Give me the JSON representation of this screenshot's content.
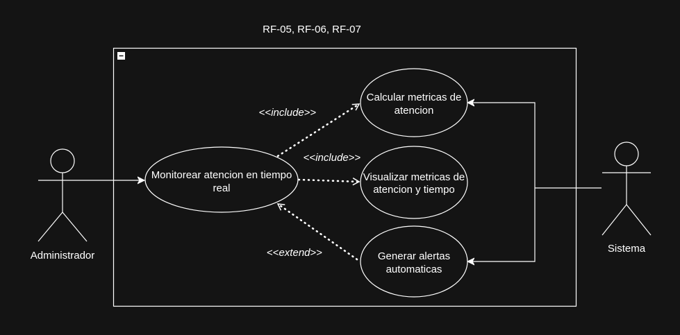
{
  "colors": {
    "background": "#141414",
    "stroke": "#ffffff",
    "text": "#ffffff"
  },
  "system_boundary": {
    "title": "RF-05, RF-06, RF-07",
    "collapse_icon": "minus-box-icon"
  },
  "actors": {
    "admin": {
      "name": "Administrador"
    },
    "system": {
      "name": "Sistema"
    }
  },
  "use_cases": {
    "monitor": {
      "line1": "Monitorear atencion en tiempo",
      "line2": "real"
    },
    "calc": {
      "line1": "Calcular metricas de",
      "line2": "atencion"
    },
    "visual": {
      "line1": "Visualizar metricas de",
      "line2": "atencion y tiempo"
    },
    "alerts": {
      "line1": "Generar alertas",
      "line2": "automaticas"
    }
  },
  "relationships": {
    "include_calc": {
      "open": "<<",
      "keyword": "include",
      "close": ">>"
    },
    "include_visual": {
      "open": "<<",
      "keyword": "include",
      "close": ">>"
    },
    "extend_alerts": {
      "open": "<<",
      "keyword": "extend",
      "close": ">>"
    }
  }
}
